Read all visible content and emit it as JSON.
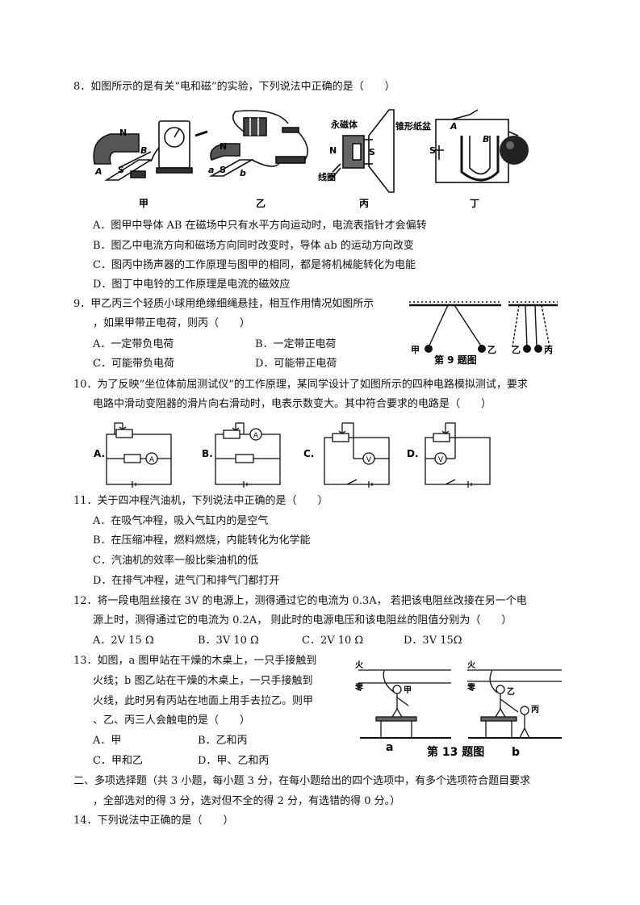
{
  "q8": {
    "stem": "8．如图所示的是有关“电和磁”的实验，下列说法中正确的是（　　）",
    "fig_labels": [
      "甲",
      "乙",
      "丙",
      "丁"
    ],
    "fig_text": {
      "yongciti": "永磁体",
      "zhuixing": "锥形纸盆",
      "xianquan": "线圈"
    },
    "options": [
      "A．图甲中导体 AB 在磁场中只有水平方向运动时，电流表指针才会偏转",
      "B．图乙中电流方向和磁场方向同时改变时，导体 ab 的运动方向改变",
      "C．图丙中扬声器的工作原理与图甲的相同，都是将机械能转化为电能",
      "D．图丁中电铃的工作原理是电流的磁效应"
    ]
  },
  "q9": {
    "stem_1": "9．甲乙丙三个轻质小球用绝缘细绳悬挂，相互作用情况如图所示",
    "stem_2": "，如果甲带正电荷，则丙（　　）",
    "options": [
      "A．一定带负电荷",
      "B．一定带正电荷",
      "C．可能带负电荷",
      "D．可能带正电荷"
    ],
    "fig_caption": "第 9 题图",
    "ball_labels": [
      "甲",
      "乙",
      "乙",
      "丙"
    ]
  },
  "q10": {
    "stem_1": "10．为了反映“坐位体前屈测试仪”的工作原理，某同学设计了如图所示的四种电路模拟测试，要求",
    "stem_2": "电路中滑动变阻器的滑片向右滑动时，电表示数变大。其中符合要求的电路是（　　）",
    "circuit_labels": [
      "A.",
      "B.",
      "C.",
      "D."
    ]
  },
  "q11": {
    "stem": "11．关于四冲程汽油机，下列说法中正确的是（　　）",
    "options": [
      "A．在吸气冲程，吸入气缸内的是空气",
      "B．在压缩冲程，燃料燃烧，内能转化为化学能",
      "C．汽油机的效率一般比柴油机的低",
      "D．在排气冲程，进气门和排气门都打开"
    ]
  },
  "q12": {
    "stem_1": "12．将一段电阻丝接在 3V 的电源上，测得通过它的电流为 0.3A， 若把该电阻丝改接在另一个电",
    "stem_2": "源上时，测得通过它的电流为 0.2A， 则此时的电源电压和该电阻丝的阻值分别为（　　）",
    "options": [
      "A．2V 15 Ω",
      "B．3V 10 Ω",
      "C．2V 10 Ω",
      "D．3V 15Ω"
    ]
  },
  "q13": {
    "lines": [
      "13．如图，a 图甲站在干燥的木桌上，一只手接触到",
      "火线；b 图乙站在干燥的木桌上，一只手接触到",
      "火线，此时另有丙站在地面上用手去拉乙。则甲",
      "、乙、丙三人会触电的是（　　）"
    ],
    "options": [
      "A．甲",
      "B．乙和丙",
      "C．甲和乙",
      "D．甲、乙和丙"
    ],
    "fig_caption": "第 13 题图",
    "fig_text": {
      "huo": "火",
      "ling": "零",
      "a": "a",
      "b": "b",
      "jia": "甲",
      "yi": "乙",
      "bing": "丙"
    }
  },
  "section2": {
    "line_1": "二、多项选择题（共 3 小题，每小题 3 分，在每小题给出的四个选项中，有多个选项符合题目要求",
    "line_2": "，全部选对的得 3 分，选对但不全的得 2 分，有选错的得 0 分。）"
  },
  "q14": {
    "stem": "14．下列说法中正确的是（　　）"
  }
}
